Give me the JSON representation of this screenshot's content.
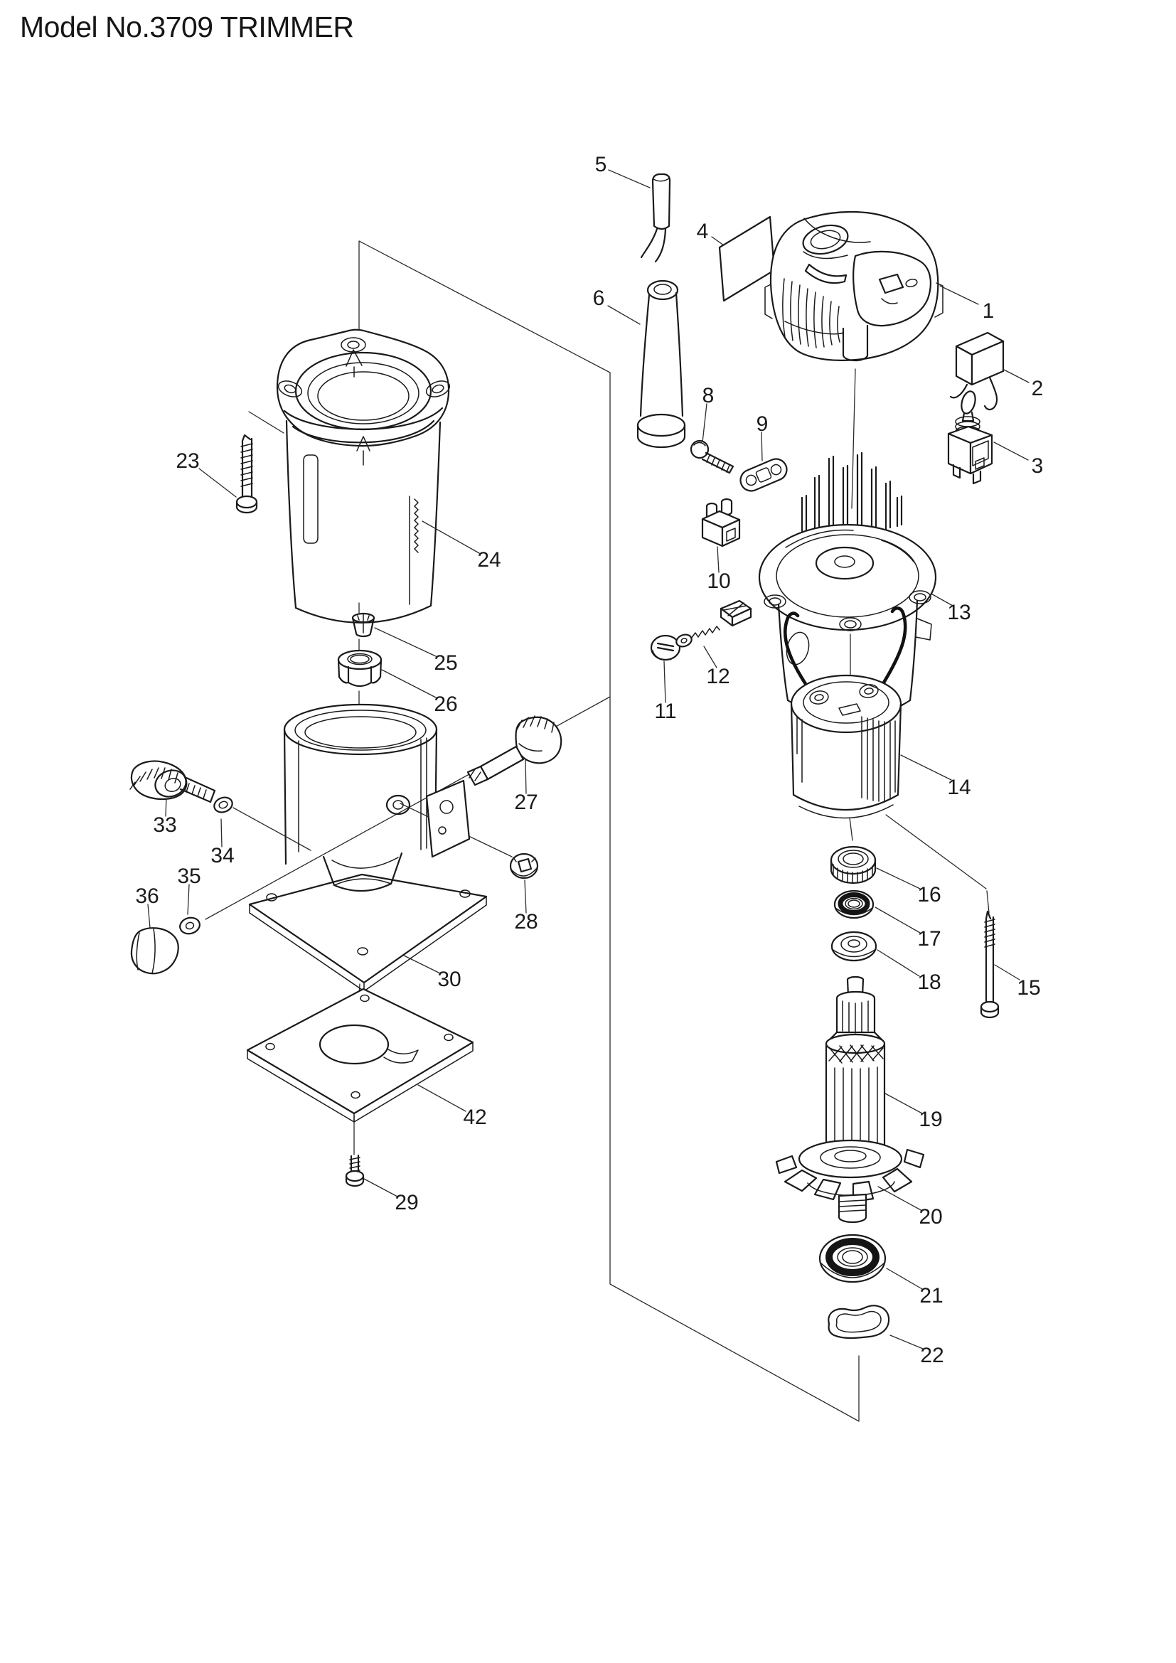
{
  "page": {
    "title": "Model No.3709 TRIMMER",
    "background_color": "#ffffff",
    "line_color": "#1a1a1a"
  },
  "diagram": {
    "type": "exploded-parts-diagram",
    "parts": [
      {
        "number": "1"
      },
      {
        "number": "2"
      },
      {
        "number": "3"
      },
      {
        "number": "4"
      },
      {
        "number": "5"
      },
      {
        "number": "6"
      },
      {
        "number": "8"
      },
      {
        "number": "9"
      },
      {
        "number": "10"
      },
      {
        "number": "11"
      },
      {
        "number": "12"
      },
      {
        "number": "13"
      },
      {
        "number": "14"
      },
      {
        "number": "15"
      },
      {
        "number": "16"
      },
      {
        "number": "17"
      },
      {
        "number": "18"
      },
      {
        "number": "19"
      },
      {
        "number": "20"
      },
      {
        "number": "21"
      },
      {
        "number": "22"
      },
      {
        "number": "23"
      },
      {
        "number": "24"
      },
      {
        "number": "25"
      },
      {
        "number": "26"
      },
      {
        "number": "27"
      },
      {
        "number": "28"
      },
      {
        "number": "29"
      },
      {
        "number": "30"
      },
      {
        "number": "33"
      },
      {
        "number": "34"
      },
      {
        "number": "35"
      },
      {
        "number": "36"
      },
      {
        "number": "42"
      }
    ]
  }
}
